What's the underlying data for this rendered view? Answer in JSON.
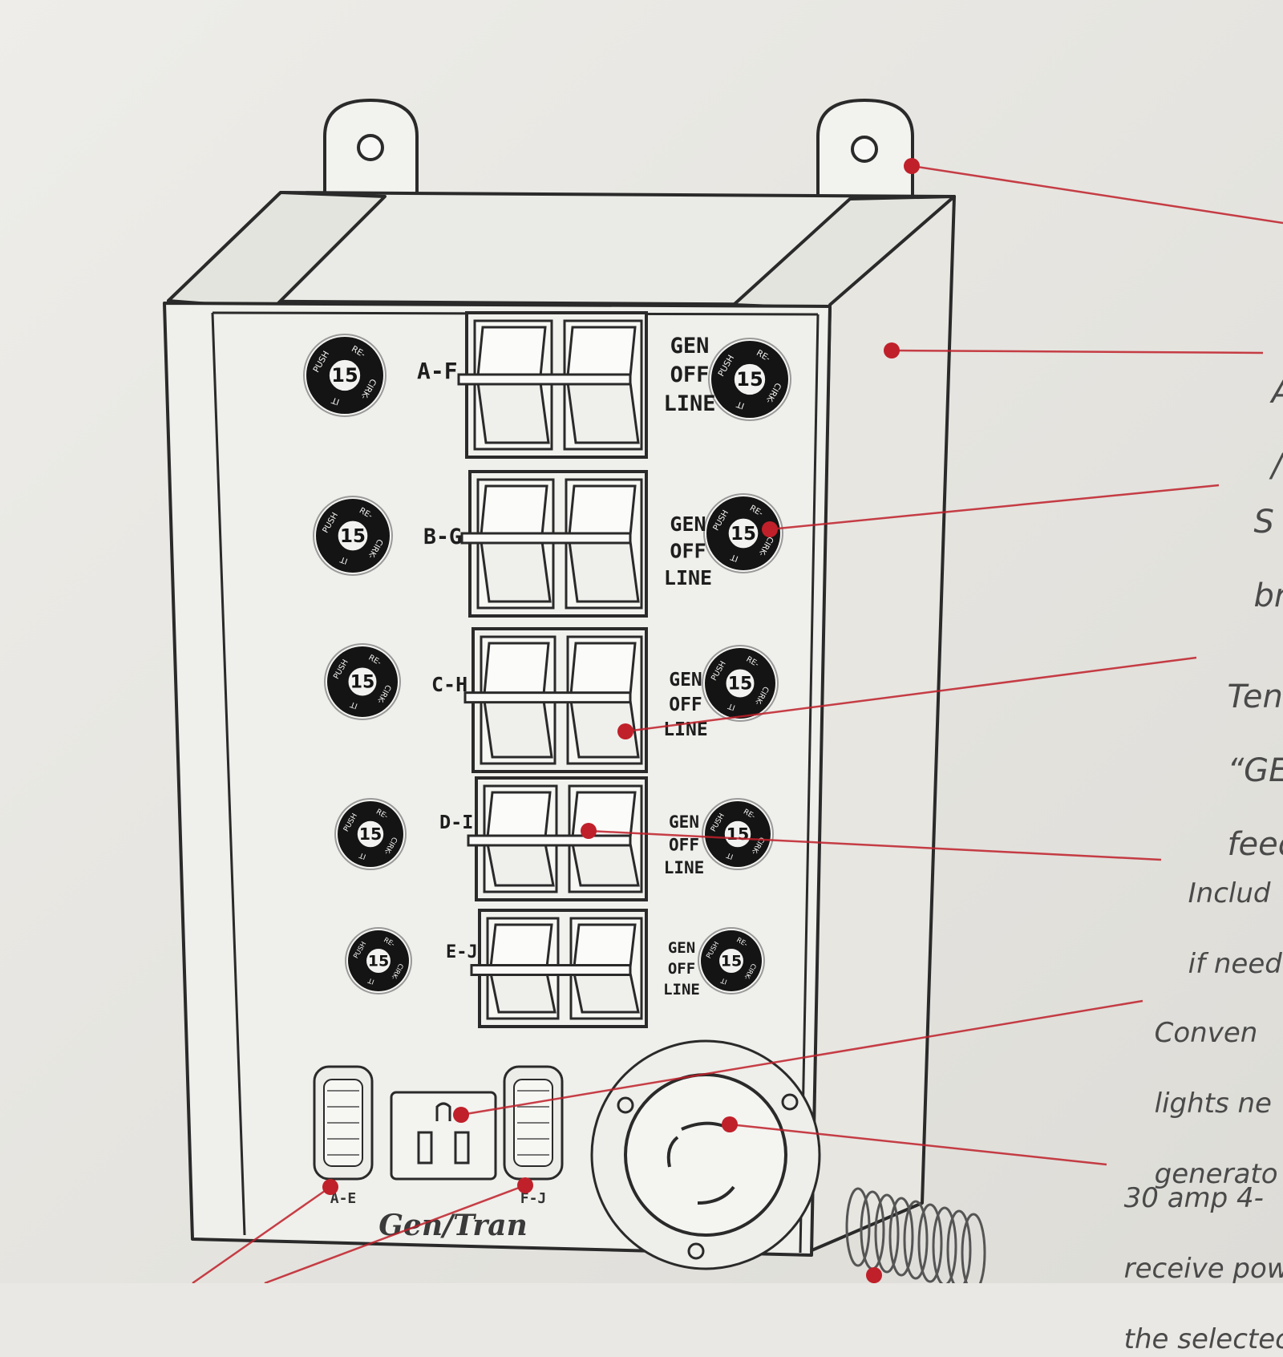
{
  "brand": "Gen/Tran",
  "panel": {
    "row_labels": [
      "A-F",
      "B-G",
      "C-H",
      "D-I",
      "E-J"
    ],
    "switch_positions": [
      "GEN",
      "OFF",
      "LINE"
    ],
    "breaker_rating": "15",
    "breaker_ring_text": [
      "PUSH",
      "RE-",
      "CIRK-",
      "IT"
    ],
    "meter_labels": [
      "A-E",
      "F-J"
    ]
  },
  "captions": [
    {
      "lines": [
        "A",
        "/"
      ]
    },
    {
      "lines": [
        "S",
        "br"
      ]
    },
    {
      "lines": [
        "Ten",
        "“GE",
        "feed"
      ]
    },
    {
      "lines": [
        "Includ",
        "if need"
      ]
    },
    {
      "lines": [
        "Conven",
        "lights ne",
        "generato"
      ]
    },
    {
      "lines": [
        "30 amp 4-",
        "receive pow",
        "the selectec"
      ]
    }
  ],
  "colors": {
    "paper": "#e9e8e4",
    "ink": "#2a2a2a",
    "callout": "#c0202a",
    "caption": "#4a4a4a"
  }
}
